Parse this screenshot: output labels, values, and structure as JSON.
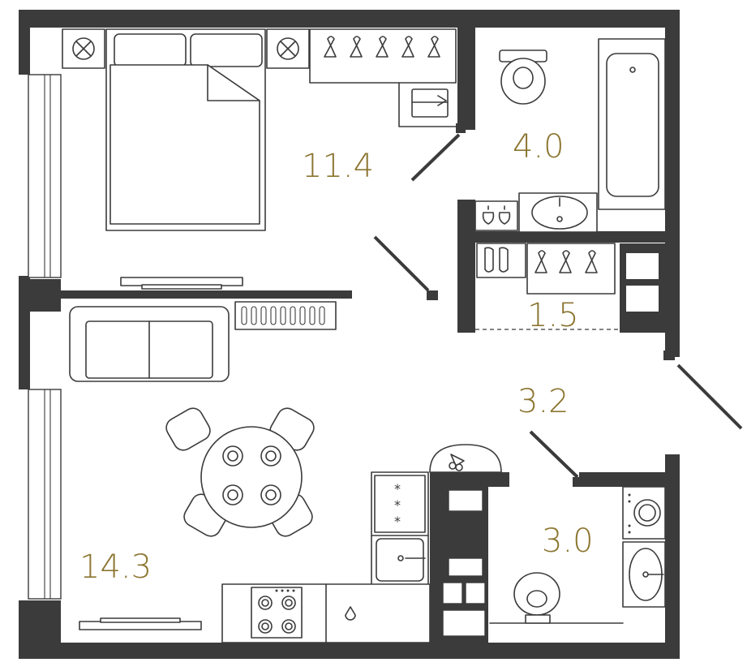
{
  "plan": {
    "colors": {
      "walls": "#3b3b3b",
      "labels": "#8b7530",
      "background": "#ffffff"
    },
    "rooms": [
      {
        "name": "bedroom",
        "area": "11.4"
      },
      {
        "name": "bathroom",
        "area": "4.0"
      },
      {
        "name": "wardrobe",
        "area": "1.5"
      },
      {
        "name": "hallway",
        "area": "3.2"
      },
      {
        "name": "shower-room",
        "area": "3.0"
      },
      {
        "name": "kitchen-living",
        "area": "14.3"
      }
    ],
    "icons": [
      "bed-icon",
      "sofa-icon",
      "dining-table-icon",
      "chair-icon",
      "wardrobe-hangers-icon",
      "toilet-icon",
      "bathtub-icon",
      "sink-icon",
      "washing-machine-icon",
      "stove-icon",
      "cooktop-icon",
      "tv-icon",
      "radiator-icon",
      "shoes-icon",
      "plant-icon"
    ]
  }
}
